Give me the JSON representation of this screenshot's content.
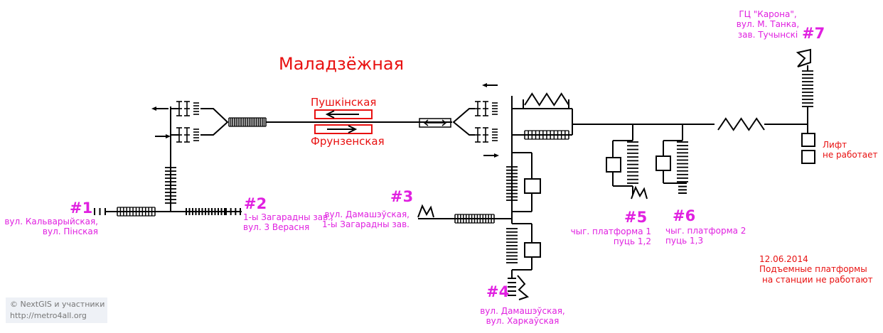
{
  "station": "Маладзёжная",
  "platforms": {
    "to_pushkinskaya": "Пушкінская",
    "to_frunzenskaya": "Фрунзенская"
  },
  "exits": [
    {
      "num": "#1",
      "lines": [
        "вул. Кальварыйская,",
        "вул. Пінская"
      ]
    },
    {
      "num": "#2",
      "lines": [
        "1-ы Загарадны зав.,",
        "вул. 3 Верасня"
      ]
    },
    {
      "num": "#3",
      "lines": [
        "вул. Дамашэўская,",
        "1-ы Загарадны зав."
      ]
    },
    {
      "num": "#4",
      "lines": [
        "вул. Дамашэўская,",
        "вул. Харкаўская"
      ]
    },
    {
      "num": "#5",
      "lines": [
        "чыг. платформа 1",
        "пуць 1,2"
      ]
    },
    {
      "num": "#6",
      "lines": [
        "чыг. платформа 2",
        "пуць 1,3"
      ]
    },
    {
      "num": "#7",
      "lines": [
        "ГЦ \"Карона\",",
        "вул. М. Танка,",
        "зав. Тучынскі"
      ]
    }
  ],
  "lift": {
    "lines": [
      "Лифт",
      "не работает"
    ]
  },
  "notice": {
    "date": "12.06.2014",
    "lines": [
      "Подъемные платформы",
      "на станции не работают"
    ]
  },
  "credit": {
    "line1": "© NextGIS и участники",
    "line2": "http://metro4all.org"
  },
  "colors": {
    "exit": "#e020e0",
    "alert": "#e81010",
    "line": "#000000"
  }
}
